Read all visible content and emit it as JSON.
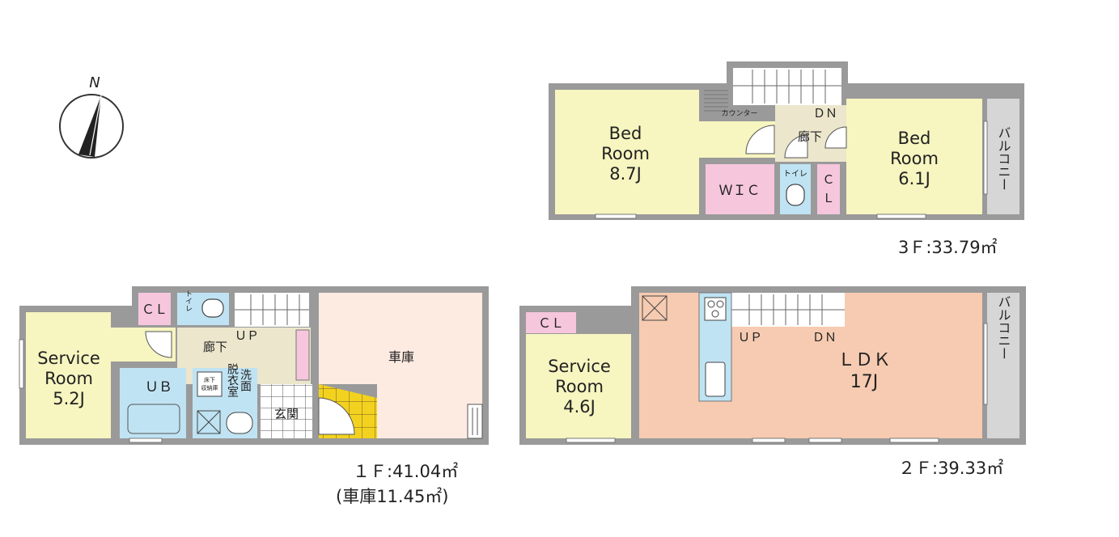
{
  "compass": {
    "north_label": "N"
  },
  "floor3": {
    "area_label": "3Ｆ:33.79㎡",
    "rooms": {
      "bed_a_line1": "Bed",
      "bed_a_line2": "Room",
      "bed_a_size": "8.7J",
      "bed_b_line1": "Bed",
      "bed_b_line2": "Room",
      "bed_b_size": "6.1J",
      "wic": "ＷＩＣ",
      "toilet": "トイレ",
      "cl_1": "Ｃ",
      "cl_2": "Ｌ",
      "corridor": "廊下",
      "counter": "カウンター",
      "dn": "ＤＮ",
      "balcony": "バルコニー"
    }
  },
  "floor2": {
    "area_label": "２Ｆ:39.33㎡",
    "rooms": {
      "ldk": "ＬＤＫ",
      "ldk_size": "17J",
      "service_line1": "Service",
      "service_line2": "Room",
      "service_size": "4.6J",
      "cl": "ＣＬ",
      "up": "ＵＰ",
      "dn": "ＤＮ",
      "balcony": "バルコニー"
    }
  },
  "floor1": {
    "area_label": "１Ｆ:41.04㎡",
    "garage_area_label": "(車庫11.45㎡)",
    "rooms": {
      "service_line1": "Service",
      "service_line2": "Room",
      "service_size": "5.2J",
      "cl": "ＣＬ",
      "toilet": "トイレ",
      "corridor": "廊下",
      "up": "ＵＰ",
      "ub": "ＵＢ",
      "underfloor": "床下",
      "storage": "収納庫",
      "dressing": "脱衣室",
      "washroom": "洗面",
      "entrance": "玄関",
      "garage": "車庫"
    }
  },
  "colors": {
    "wall": "#9a9a9a",
    "bedroom": "#f7f5c0",
    "ldk": "#f6cbb1",
    "wic": "#f6c6dc",
    "wet": "#bfe3f3",
    "corridor": "#ece6cc",
    "garage": "#fdebe2",
    "balcony": "#d6d6d6",
    "entrance_tile": "#f3d21f"
  }
}
